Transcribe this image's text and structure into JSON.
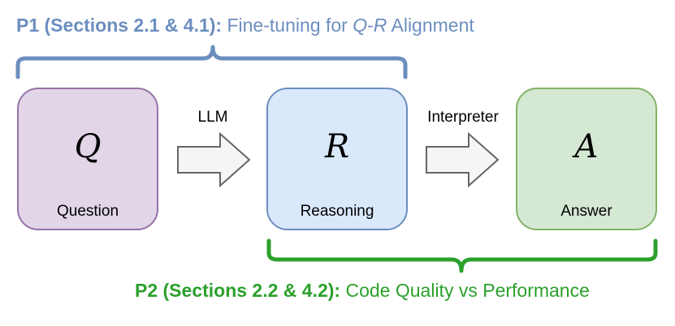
{
  "p1": {
    "label": "P1 (Sections 2.1 & 4.1):",
    "text_before": "Fine-tuning for ",
    "q": "Q",
    "dash": "-",
    "r": "R",
    "text_after": " Alignment"
  },
  "p2": {
    "label": "P2 (Sections 2.2 & 4.2):",
    "text": "Code Quality vs Performance"
  },
  "nodes": [
    {
      "symbol": "Q",
      "caption": "Question",
      "fill": "#e1d5e7",
      "stroke": "#9673a6"
    },
    {
      "symbol": "R",
      "caption": "Reasoning",
      "fill": "#dae8fc",
      "stroke": "#6c8ebf"
    },
    {
      "symbol": "A",
      "caption": "Answer",
      "fill": "#d5e8d4",
      "stroke": "#82b366"
    }
  ],
  "arrows": [
    {
      "label": "LLM"
    },
    {
      "label": "Interpreter"
    }
  ],
  "colors": {
    "p1_accent": "#6c8ebf",
    "p2_accent": "#2ca02c",
    "arrow_fill": "#f5f5f5",
    "arrow_stroke": "#666666"
  }
}
